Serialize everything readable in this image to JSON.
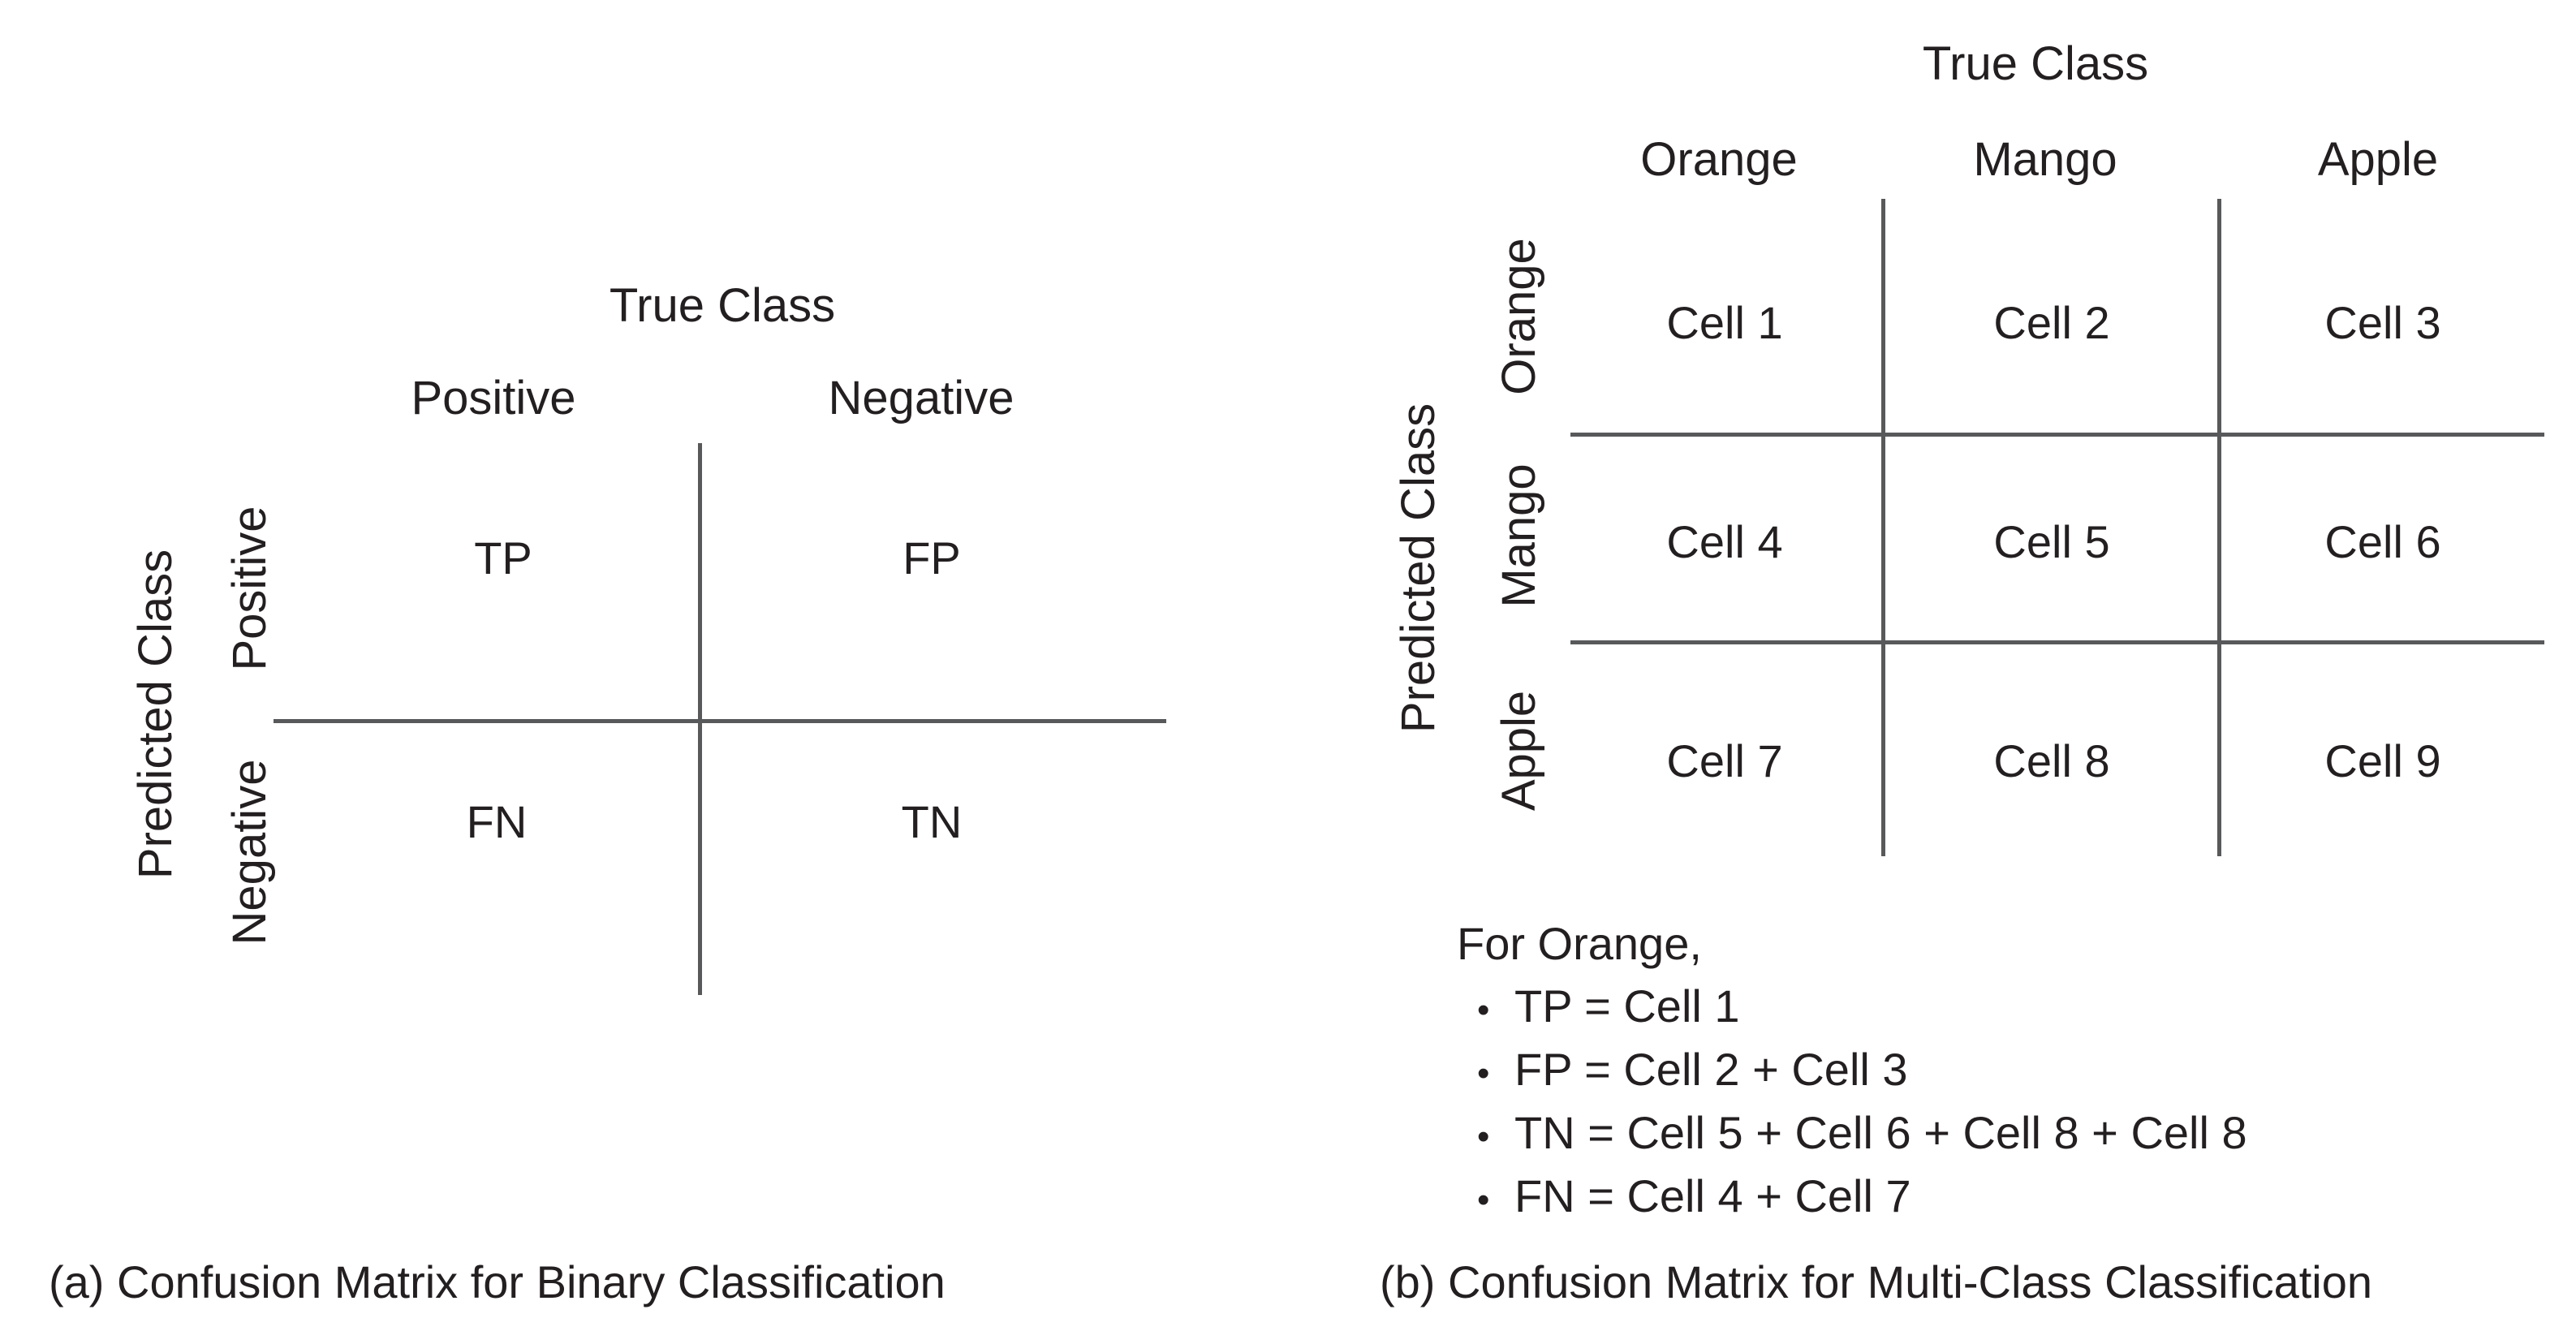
{
  "figure": {
    "background_color": "#ffffff",
    "text_color": "#231f20",
    "rule_color": "#58595b"
  },
  "panel_a": {
    "caption": "(a) Confusion Matrix for Binary Classification",
    "top_axis_title": "True Class",
    "left_axis_title": "Predicted Class",
    "column_headers": [
      "Positive",
      "Negative"
    ],
    "row_headers": [
      "Positive",
      "Negative"
    ],
    "cells": [
      [
        "TP",
        "FP"
      ],
      [
        "FN",
        "TN"
      ]
    ]
  },
  "panel_b": {
    "caption": "(b) Confusion Matrix for Multi-Class Classification",
    "top_axis_title": "True Class",
    "left_axis_title": "Predicted Class",
    "column_headers": [
      "Orange",
      "Mango",
      "Apple"
    ],
    "row_headers": [
      "Orange",
      "Mango",
      "Apple"
    ],
    "cells": [
      [
        "Cell 1",
        "Cell 2",
        "Cell 3"
      ],
      [
        "Cell 4",
        "Cell 5",
        "Cell 6"
      ],
      [
        "Cell 7",
        "Cell 8",
        "Cell 9"
      ]
    ],
    "notes": {
      "heading": "For Orange,",
      "bullet_glyph": "•",
      "items": [
        "TP = Cell 1",
        "FP = Cell 2 + Cell 3",
        "TN = Cell 5 + Cell 6 + Cell 8 + Cell 8",
        "FN = Cell 4 + Cell 7"
      ]
    }
  },
  "chart_data": {
    "type": "table",
    "title": "Confusion Matrix illustrations",
    "subcharts": [
      {
        "label": "(a) Confusion Matrix for Binary Classification",
        "x_axis_title": "True Class",
        "y_axis_title": "Predicted Class",
        "columns": [
          "Positive",
          "Negative"
        ],
        "rows": [
          "Positive",
          "Negative"
        ],
        "matrix": [
          [
            "TP",
            "FP"
          ],
          [
            "FN",
            "TN"
          ]
        ],
        "grid": true,
        "legend": "none"
      },
      {
        "label": "(b) Confusion Matrix for Multi-Class Classification",
        "x_axis_title": "True Class",
        "y_axis_title": "Predicted Class",
        "columns": [
          "Orange",
          "Mango",
          "Apple"
        ],
        "rows": [
          "Orange",
          "Mango",
          "Apple"
        ],
        "matrix": [
          [
            "Cell 1",
            "Cell 2",
            "Cell 3"
          ],
          [
            "Cell 4",
            "Cell 5",
            "Cell 6"
          ],
          [
            "Cell 7",
            "Cell 8",
            "Cell 9"
          ]
        ],
        "grid": true,
        "legend": "none",
        "annotations": [
          "For Orange,",
          "TP = Cell 1",
          "FP = Cell 2 + Cell 3",
          "TN = Cell 5 + Cell 6 + Cell 8 + Cell 8",
          "FN = Cell 4 + Cell 7"
        ]
      }
    ]
  }
}
